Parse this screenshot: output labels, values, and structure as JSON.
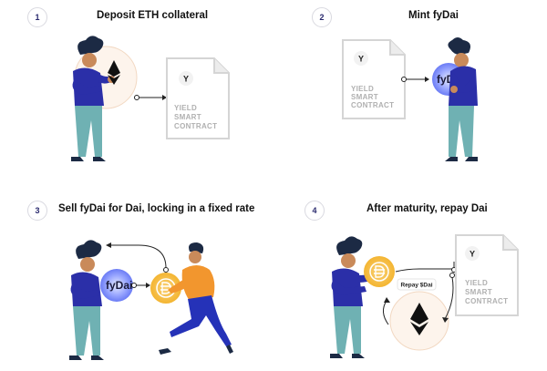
{
  "steps": [
    {
      "number": "1",
      "title": "Deposit ETH collateral"
    },
    {
      "number": "2",
      "title": "Mint fyDai"
    },
    {
      "number": "3",
      "title": "Sell fyDai for Dai, locking in a fixed rate"
    },
    {
      "number": "4",
      "title": "After maturity, repay Dai"
    }
  ],
  "contract": {
    "logo": "Y",
    "line1": "YIELD",
    "line2": "SMART",
    "line3": "CONTRACT"
  },
  "token_label": "fyDai",
  "repay_tag": "Repay $Dai",
  "colors": {
    "shirt": "#2b2fa8",
    "pants": "#6fb1b3",
    "hair": "#1c2a44",
    "skin": "#c98a5a",
    "dai": "#f4b531",
    "fydai_glow": "#6b7cf5",
    "orange_shirt": "#f2962e",
    "blue_pants": "#2532b8"
  }
}
